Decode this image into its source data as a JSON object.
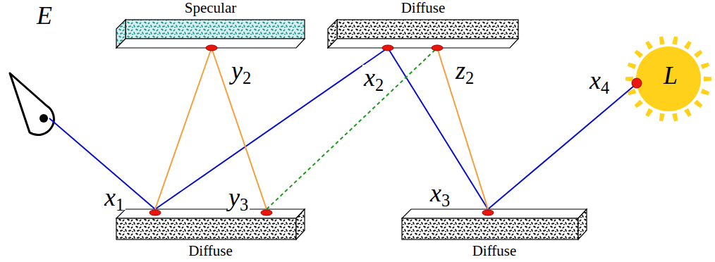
{
  "diagram": {
    "nodes": [
      {
        "text": [
          "E"
        ]
      },
      {
        "text": [
          "Specular"
        ]
      },
      {
        "text": [
          "Diffuse"
        ]
      },
      {
        "text": [
          "L"
        ]
      },
      {
        "text": [
          "Diffuse"
        ]
      },
      {
        "text": [
          "Diffuse"
        ]
      }
    ],
    "edges": [
      {
        "from": 0,
        "to": 4,
        "arrow": "none"
      },
      {
        "from": 4,
        "to": 2,
        "arrow": "none"
      },
      {
        "from": 2,
        "to": 5,
        "arrow": "none"
      },
      {
        "from": 5,
        "to": 3,
        "arrow": "none"
      },
      {
        "from": 4,
        "to": 1,
        "arrow": "none"
      },
      {
        "from": 1,
        "to": 4,
        "arrow": "none"
      },
      {
        "from": 4,
        "to": 2,
        "arrow": "none"
      },
      {
        "from": 2,
        "to": 5,
        "arrow": "none"
      }
    ],
    "labels": [
      "x1",
      "y2",
      "y3",
      "x2",
      "z2",
      "x3",
      "x4"
    ]
  }
}
